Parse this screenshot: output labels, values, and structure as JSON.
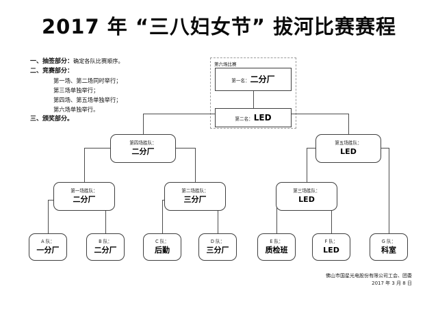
{
  "title": "2017 年 “三八妇女节” 拔河比赛赛程",
  "notes": {
    "item1_head": "一、抽签部分：",
    "item1_tail": "确定各队比赛顺序。",
    "item2_head": "二、竞赛部分：",
    "item2_subs": [
      "第一场、第二场同时举行；",
      "第三场单独举行；",
      "第四场、第五场单独举行；",
      "第六场单独举行。"
    ],
    "item3_head": "三、颁奖部分。"
  },
  "final_group": {
    "label": "第六场比赛",
    "first": {
      "label": "第一名：",
      "value": "二分厂"
    },
    "second": {
      "label": "第二名：",
      "value": "LED"
    }
  },
  "rounds": {
    "semifinal_winners": [
      {
        "name": "match4-winner",
        "label": "第四场胜队：",
        "value": "二分厂"
      },
      {
        "name": "match5-winner",
        "label": "第五场胜队：",
        "value": "LED"
      }
    ],
    "first_round_winners": [
      {
        "name": "match1-winner",
        "label": "第一场胜队：",
        "value": "二分厂"
      },
      {
        "name": "match2-winner",
        "label": "第二场胜队：",
        "value": "三分厂"
      },
      {
        "name": "match3-winner",
        "label": "第三场胜队：",
        "value": "LED"
      }
    ],
    "teams": [
      {
        "name": "team-a",
        "label": "A 队：",
        "value": "一分厂"
      },
      {
        "name": "team-b",
        "label": "B 队：",
        "value": "二分厂"
      },
      {
        "name": "team-c",
        "label": "C 队：",
        "value": "后勤"
      },
      {
        "name": "team-d",
        "label": "D 队：",
        "value": "三分厂"
      },
      {
        "name": "team-e",
        "label": "E 队：",
        "value": "质检班"
      },
      {
        "name": "team-f",
        "label": "F 队：",
        "value": "LED"
      },
      {
        "name": "team-g",
        "label": "G 队：",
        "value": "科室"
      }
    ]
  },
  "footer": {
    "org": "佛山市国星光电股份有限公司工会、团委",
    "date": "2017 年 3 月 8 日"
  },
  "colors": {
    "line": "#4a4a4a",
    "box_border": "#3d3d3d",
    "dashed_border": "#9a9a9a",
    "text": "#111111",
    "background": "#ffffff"
  }
}
